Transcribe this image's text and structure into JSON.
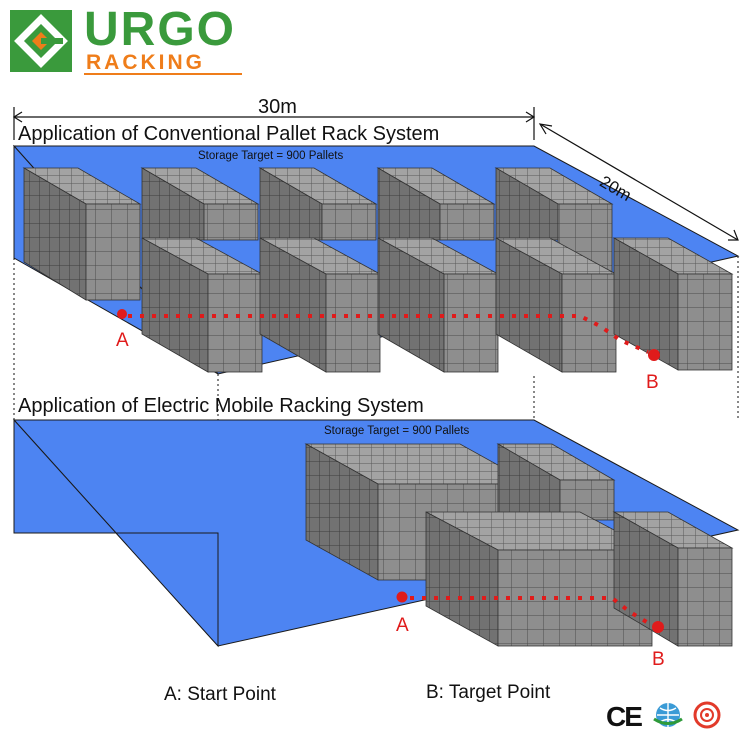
{
  "brand": {
    "name": "URGO",
    "sub": "RACKING",
    "color_green": "#3a9a3c",
    "color_orange": "#ef7d1a"
  },
  "top": {
    "title": "Application of Conventional Pallet Rack System",
    "storage_target": "Storage Target = 900 Pallets",
    "width_label": "30m",
    "depth_label": "20m",
    "point_a": "A",
    "point_b": "B"
  },
  "bottom": {
    "title": "Application of Electric Mobile Racking System",
    "storage_target": "Storage Target = 900 Pallets",
    "point_a": "A",
    "point_b": "B"
  },
  "legend": {
    "a": "A: Start Point",
    "b": "B: Target Point"
  },
  "certifications": {
    "ce": "CE",
    "icons": [
      "globe-cert-icon",
      "sgs-icon"
    ]
  },
  "colors": {
    "floor": "#4d84f2",
    "rack": "#8c8c8c",
    "path": "#e01b1b"
  }
}
